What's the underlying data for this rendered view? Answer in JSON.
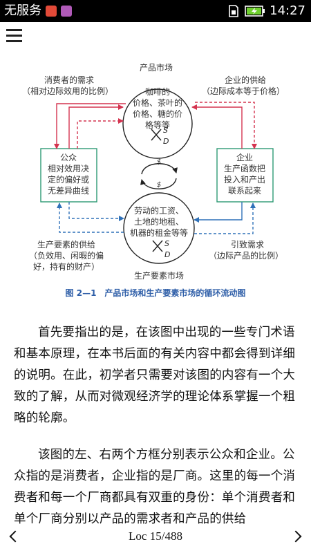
{
  "status_bar": {
    "carrier": "无服务",
    "time": "14:27",
    "colors": {
      "app_icon_1": "#e24a38",
      "app_icon_2": "#b05ab8",
      "battery": "#6fcf2f"
    }
  },
  "figure": {
    "product_market": "产品市场",
    "factor_market": "生产要素市场",
    "top_circle_lines": [
      "咖啡的",
      "价格、茶叶的",
      "价格、糖的价",
      "格等等"
    ],
    "bottom_circle_lines": [
      "劳动的工资、",
      "土地的地租、",
      "机器的租金等等"
    ],
    "s_letter": "S",
    "d_letter": "D",
    "cycle_s1": "$",
    "cycle_s2": "$",
    "public_box": [
      "公众",
      "相对效用决",
      "定的偏好或",
      "无差异曲线"
    ],
    "firm_box": [
      "企业",
      "生产函数把",
      "投入和产出",
      "联系起来"
    ],
    "consumer_demand": [
      "消费者的需求",
      "（相对边际效用的比例）"
    ],
    "firm_supply": [
      "企业的供给",
      "（边际成本等于价格）"
    ],
    "factor_supply": [
      "生产要素的供给",
      "（负效用、闲暇的偏",
      "好，持有的财产）"
    ],
    "derived_demand": [
      "引致需求",
      "（边际产品的比例）"
    ],
    "caption": "图 2—1　产品市场和生产要素市场的循环流动图",
    "colors": {
      "red": "#d4334f",
      "blue": "#2f71b8",
      "green": "#2e9a74",
      "caption": "#2e5ea8",
      "text": "#333333"
    }
  },
  "paragraphs": [
    "首先要指出的是，在该图中出现的一些专门术语和基本原理，在本书后面的有关内容中都会得到详细的说明。在此，初学者只需要对该图的内容有一个大致的了解，从而对微观经济学的理论体系掌握一个粗略的轮廓。",
    "该图的左、右两个方框分别表示公众和企业。公众指的是消费者，企业指的是厂商。这里的每一个消费者和每一个厂商都具有双重的身份：单个消费者和单个厂商分别以产品的需求者和产品的供给"
  ],
  "footer": {
    "location": "Loc 15/488"
  }
}
